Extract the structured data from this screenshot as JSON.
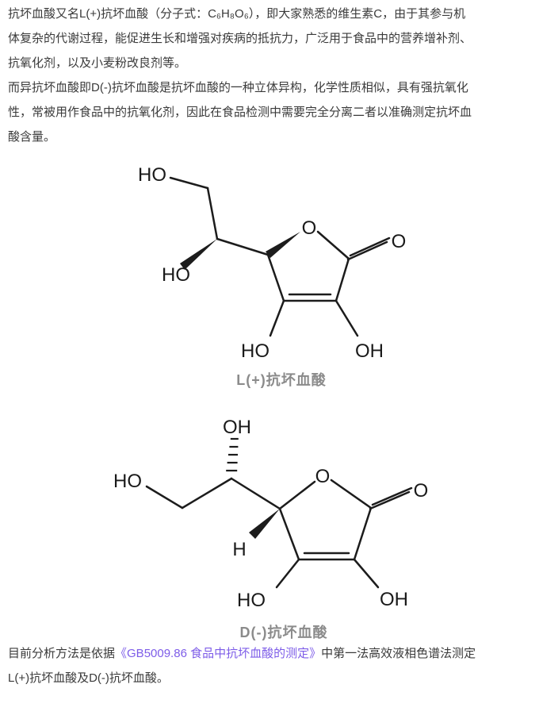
{
  "page": {
    "background": "#ffffff",
    "text_color": "#3a3a3a",
    "link_color": "#7d5ce8",
    "caption_color": "#8b8b8b",
    "structure_color": "#1c1c1c"
  },
  "intro_paragraph": {
    "lines": [
      "抗坏血酸又名L(+)抗坏血酸（分子式：C₆H₈O₆），即大家熟悉的维生素C，由于其参与机",
      "体复杂的代谢过程，能促进生长和增强对疾病的抵抗力，广泛用于食品中的营养增补剂、",
      "抗氧化剂，以及小麦粉改良剂等。"
    ]
  },
  "isomer_paragraph": {
    "lines": [
      "而异抗坏血酸即D(-)抗坏血酸是抗坏血酸的一种立体异构，化学性质相似，具有强抗氧化",
      "性，常被用作食品中的抗氧化剂，因此在食品检测中需要完全分离二者以准确测定抗坏血",
      "酸含量。"
    ]
  },
  "figures": [
    {
      "caption": "L(+)抗坏血酸",
      "labels": {
        "ho_top": "HO",
        "ho_mid": "HO",
        "ring_o": "O",
        "carbonyl_o": "O",
        "ho_bottom": "HO",
        "oh_bottom": "OH"
      }
    },
    {
      "caption": "D(-)抗坏血酸",
      "labels": {
        "oh_top": "OH",
        "ho_left": "HO",
        "h": "H",
        "ring_o": "O",
        "carbonyl_o": "O",
        "ho_bottom": "HO",
        "oh_bottom": "OH"
      }
    }
  ],
  "closing_paragraph": {
    "prefix": "目前分析方法是依据",
    "link": "《GB5009.86 食品中抗坏血酸的测定》",
    "suffix": "中第一法高效液相色谱法测定",
    "line2": "L(+)抗坏血酸及D(-)抗坏血酸。"
  }
}
